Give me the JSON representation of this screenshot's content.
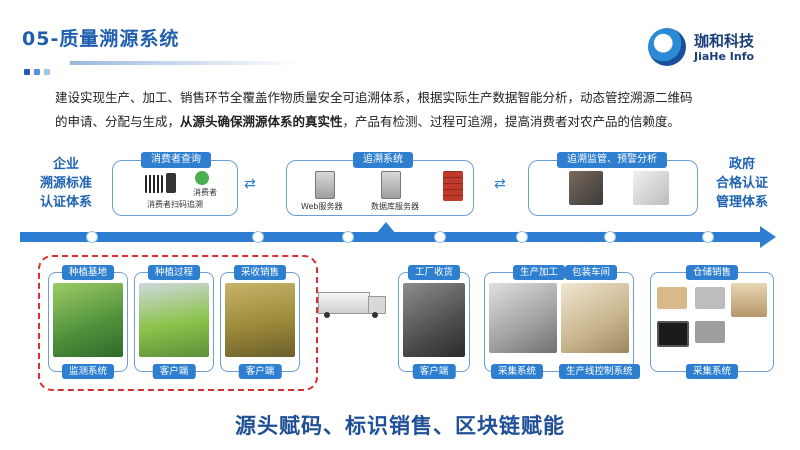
{
  "header": {
    "title": "05-质量溯源系统",
    "logo_cn": "珈和科技",
    "logo_en": "JiaHe Info"
  },
  "intro": {
    "line1": "建设实现生产、加工、销售环节全覆盖作物质量安全可追溯体系，根据实际生产数据智能分析，动态管控溯源二维码",
    "line2_pre": "的申请、分配与生成，",
    "line2_bold": "从源头确保溯源体系的真实性",
    "line2_post": "，产品有检测、过程可追溯，提高消费者对农产品的信赖度。"
  },
  "left_label": [
    "企业",
    "溯源标准",
    "认证体系"
  ],
  "right_label": [
    "政府",
    "合格认证",
    "管理体系"
  ],
  "top_panels": {
    "consumer": {
      "tag": "消费者查询",
      "caption1": "消费者",
      "caption2": "消费者扫码追溯"
    },
    "trace": {
      "tag": "追溯系统",
      "web": "Web服务器",
      "db": "数据库服务器"
    },
    "monitor": {
      "tag": "追溯监管、预警分析"
    }
  },
  "bottom_cards": [
    {
      "tag": "种植基地",
      "foot": "监测系统"
    },
    {
      "tag": "种植过程",
      "foot": "客户端"
    },
    {
      "tag": "采收销售",
      "foot": "客户端"
    },
    {
      "tag": "工厂收货",
      "foot": "客户端"
    },
    {
      "tag": "生产加工",
      "tag2": "包装车间",
      "foot": "采集系统",
      "foot2": "生产线控制系统"
    },
    {
      "tag": "仓储销售",
      "foot": "采集系统"
    }
  ],
  "slogan": "源头赋码、标识销售、区块链赋能",
  "colors": {
    "accent": "#2d7ed3",
    "title": "#1f5fae",
    "highlight": "#d92f2f"
  }
}
